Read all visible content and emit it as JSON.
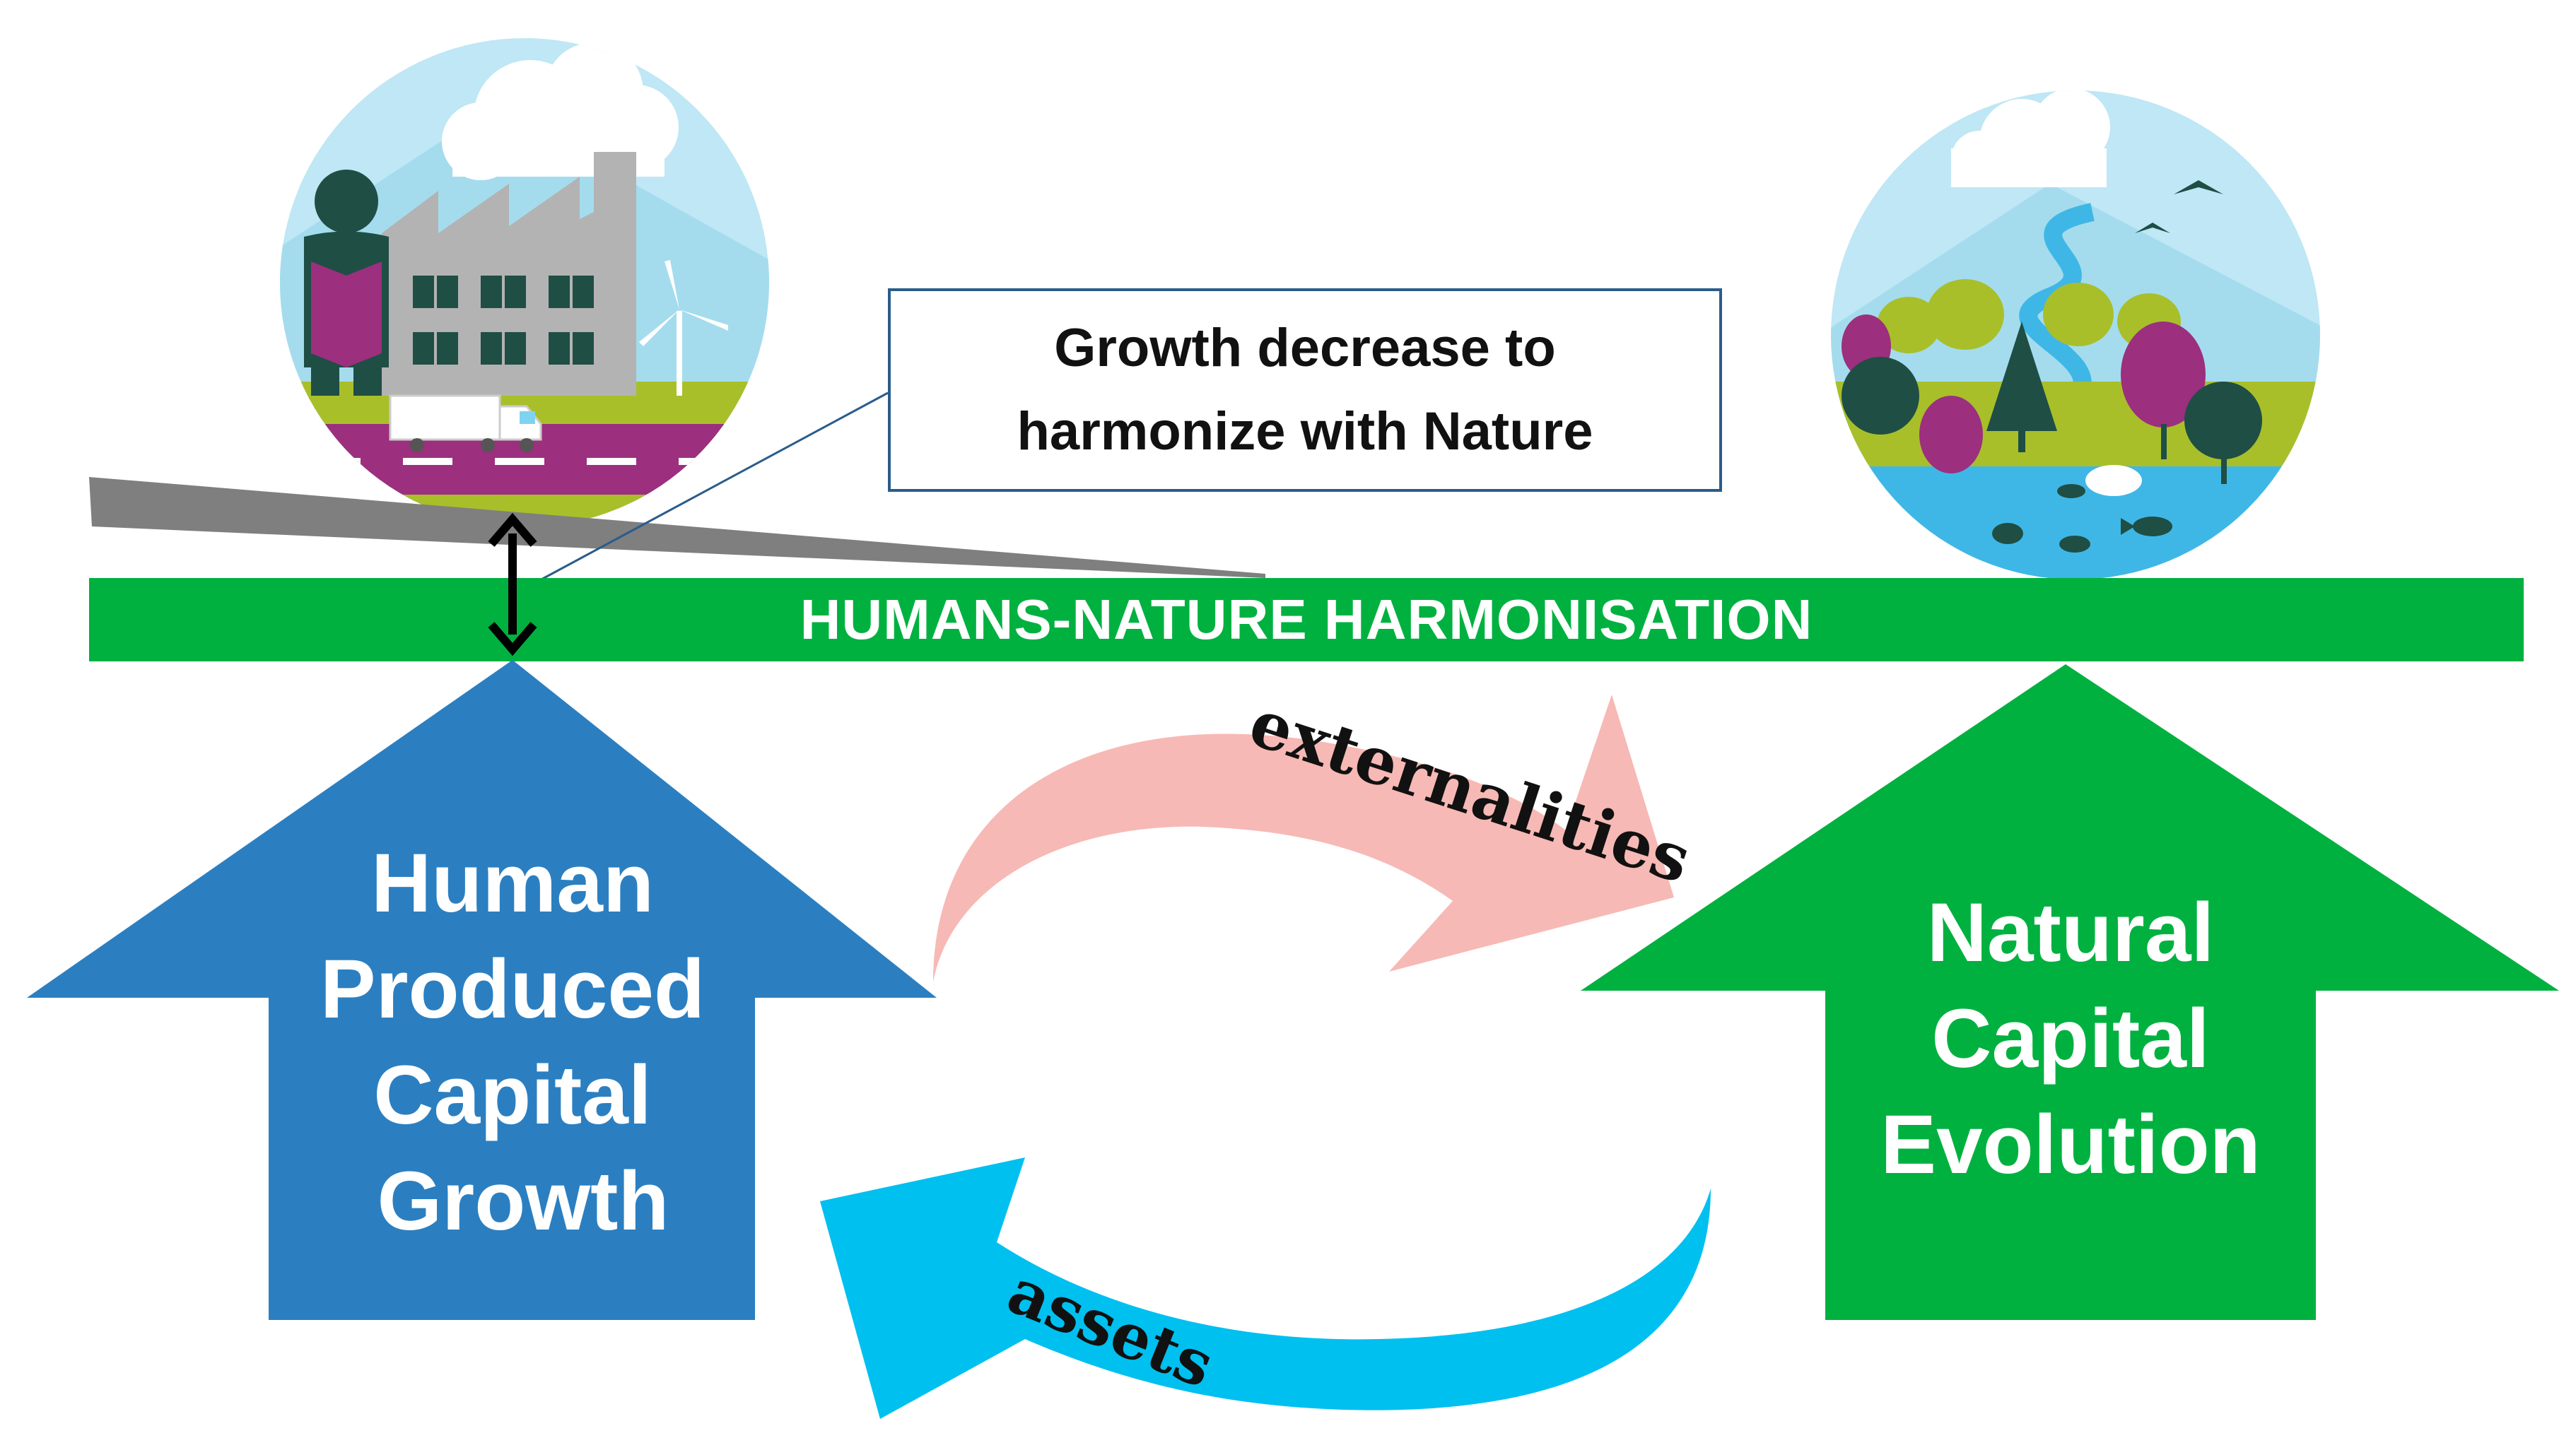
{
  "callout": {
    "line1": "Growth decrease to",
    "line2": "harmonize with Nature"
  },
  "band": {
    "label": "HUMANS-NATURE HARMONISATION"
  },
  "human_arrow": {
    "lines": [
      "Human",
      "Produced",
      "Capital",
      "Growth"
    ]
  },
  "natural_arrow": {
    "lines": [
      "Natural",
      "Capital",
      "Evolution"
    ]
  },
  "flows": {
    "externalities": "externalities",
    "assets": "assets"
  },
  "icons": {
    "industry": "factory-scene-icon",
    "nature": "nature-scene-icon",
    "adjust": "double-arrow-icon"
  },
  "colors": {
    "band": "#00b140",
    "human_arrow": "#2b7fc1",
    "natural_arrow": "#00b140",
    "externalities_arrow": "#f7b9b5",
    "assets_arrow": "#00c0f0",
    "tilted_beam": "#7f7f7f",
    "callout_border": "#2a5c8a"
  }
}
